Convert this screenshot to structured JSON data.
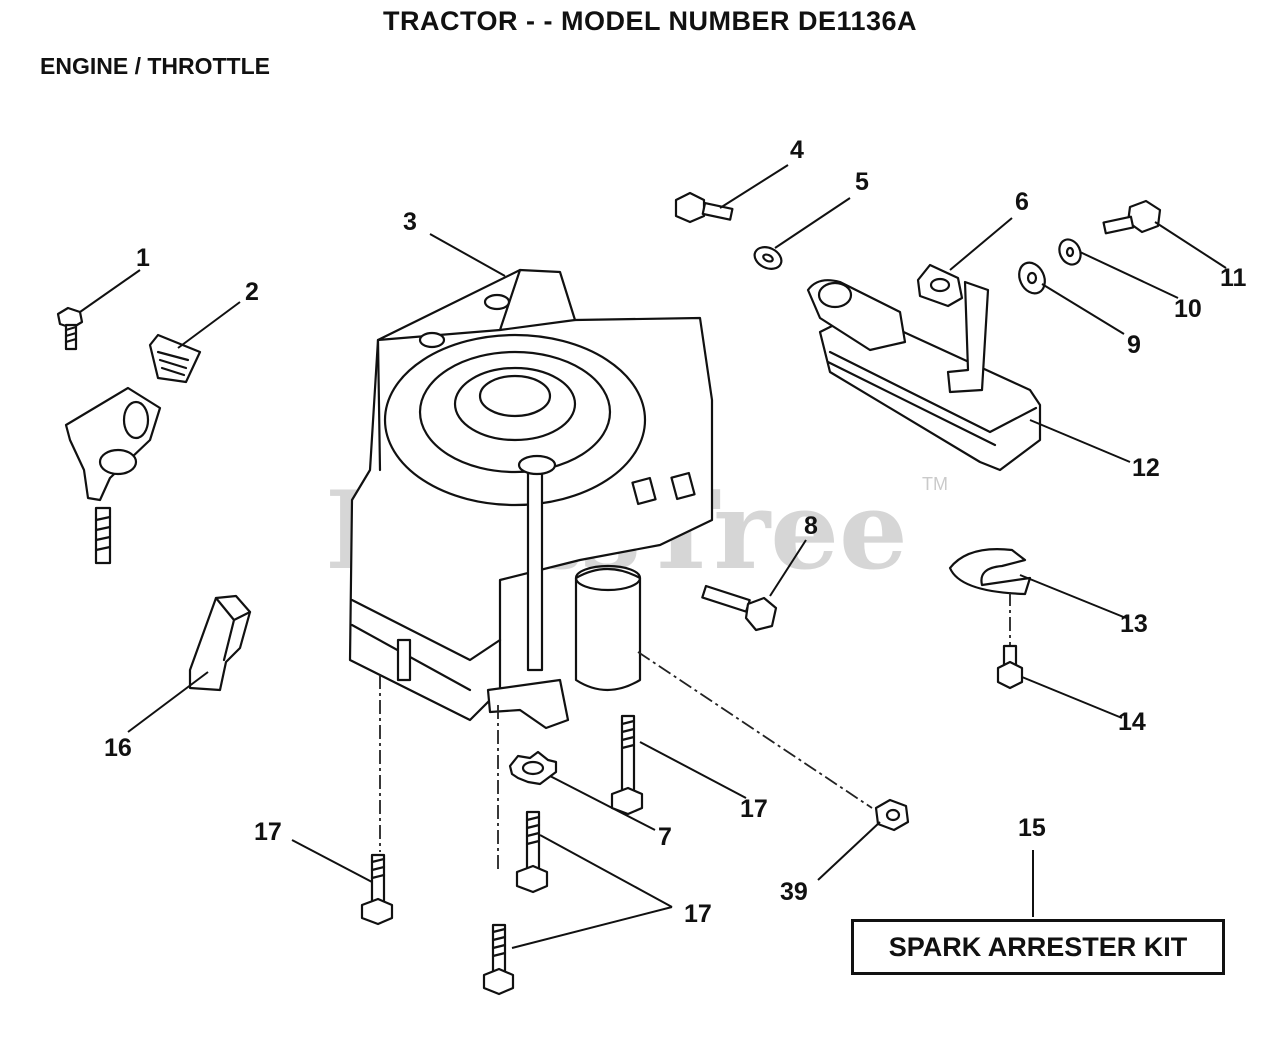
{
  "header": {
    "title": "TRACTOR - - MODEL NUMBER DE1136A",
    "section": "ENGINE / THROTTLE"
  },
  "watermark": {
    "brand": "PartsTree",
    "trademark": "TM"
  },
  "callouts": {
    "c1": "1",
    "c2": "2",
    "c3": "3",
    "c4": "4",
    "c5": "5",
    "c6": "6",
    "c7": "7",
    "c8": "8",
    "c9": "9",
    "c10": "10",
    "c11": "11",
    "c12": "12",
    "c13": "13",
    "c14": "14",
    "c15": "15",
    "c16": "16",
    "c17a": "17",
    "c17b": "17",
    "c17c": "17",
    "c39": "39"
  },
  "kit": {
    "label": "SPARK ARRESTER KIT"
  }
}
